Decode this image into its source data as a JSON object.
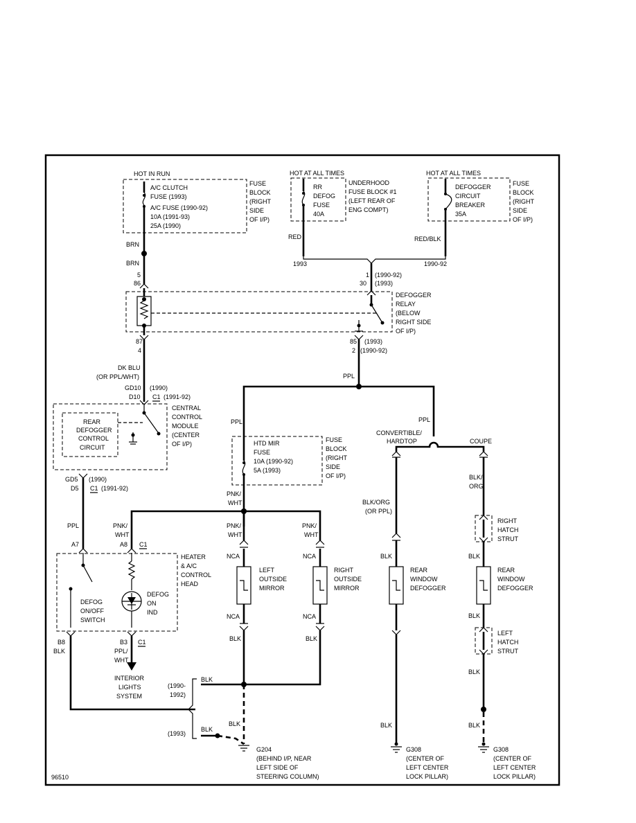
{
  "ref_number": "96510",
  "power": {
    "hot_in_run": "HOT IN RUN",
    "hot_at_all_times_1": "HOT AT ALL TIMES",
    "hot_at_all_times_2": "HOT AT ALL TIMES"
  },
  "fuse_block_1": {
    "line1": "A/C CLUTCH",
    "line2": "FUSE   (1993)",
    "line3": "A/C FUSE      (1990-92)",
    "line4": "10A     (1991-93)",
    "line5": "25A     (1990)",
    "label1": "FUSE",
    "label2": "BLOCK",
    "label3": "(RIGHT",
    "label4": "SIDE",
    "label5": "OF I/P)"
  },
  "underhood_fuse": {
    "line1": "RR",
    "line2": "DEFOG",
    "line3": "FUSE",
    "line4": "40A",
    "label1": "UNDERHOOD",
    "label2": "FUSE BLOCK #1",
    "label3": "(LEFT REAR OF",
    "label4": "ENG COMPT)"
  },
  "breaker": {
    "line1": "DEFOGGER",
    "line2": "CIRCUIT",
    "line3": "BREAKER",
    "line4": "35A",
    "label1": "FUSE",
    "label2": "BLOCK",
    "label3": "(RIGHT",
    "label4": "SIDE",
    "label5": "OF I/P)"
  },
  "wires": {
    "brn_a": "BRN",
    "brn_b": "BRN",
    "red": "RED",
    "red_blk": "RED/BLK",
    "year_1993": "1993",
    "year_1990_92": "1990-92",
    "pin1": "1",
    "pin1_years": "(1990-92)",
    "pin30": "30",
    "pin30_years": "(1993)",
    "pin5": "5",
    "pin86": "86"
  },
  "relay": {
    "line1": "DEFOGGER",
    "line2": "RELAY",
    "line3": "(BELOW",
    "line4": "RIGHT SIDE",
    "line5": "OF I/P)",
    "pin87": "87",
    "pin4": "4",
    "pin85": "85",
    "pin85_years": "(1993)",
    "pin2": "2",
    "pin2_years": "(1990-92)"
  },
  "dk_blu": {
    "line1": "DK BLU",
    "line2": "(OR PPL/WHT)",
    "gd10": "GD10",
    "gd10_years": "(1990)",
    "d10": "D10",
    "d10_conn": "C1",
    "d10_years": "(1991-92)"
  },
  "ccm": {
    "label1": "CENTRAL",
    "label2": "CONTROL",
    "label3": "MODULE",
    "label4": "(CENTER",
    "label5": "OF I/P)",
    "inner1": "REAR",
    "inner2": "DEFOGGER",
    "inner3": "CONTROL",
    "inner4": "CIRCUIT",
    "gd5": "GD5",
    "gd5_years": "(1990)",
    "d5": "D5",
    "d5_conn": "C1",
    "d5_years": "(1991-92)"
  },
  "ppl_wires": {
    "ppl_top": "PPL",
    "ppl_left": "PPL",
    "ppl_right": "PPL",
    "ppl_lower": "PPL"
  },
  "htd_mir_fuse": {
    "line1": "HTD MIR",
    "line2": "FUSE",
    "line3": "10A    (1990-92)",
    "line4": "5A      (1993)",
    "label1": "FUSE",
    "label2": "BLOCK",
    "label3": "(RIGHT",
    "label4": "SIDE",
    "label5": "OF I/P)",
    "pnk1": "PNK/",
    "wht1": "WHT"
  },
  "branch": {
    "convertible": "CONVERTIBLE/",
    "hardtop": "HARDTOP",
    "coupe": "COUPE"
  },
  "hvac": {
    "pnk": "PNK/",
    "wht": "WHT",
    "a7": "A7",
    "a8": "A8",
    "c1": "C1",
    "label1": "HEATER",
    "label2": "& A/C",
    "label3": "CONTROL",
    "label4": "HEAD",
    "switch1": "DEFOG",
    "switch2": "ON/OFF",
    "switch3": "SWITCH",
    "ind1": "DEFOG",
    "ind2": "ON",
    "ind3": "IND",
    "b8": "B8",
    "blk": "BLK",
    "b3": "B3",
    "b3_conn": "C1",
    "ppl_wht1": "PPL/",
    "ppl_wht2": "WHT",
    "interior1": "INTERIOR",
    "interior2": "LIGHTS",
    "interior3": "SYSTEM"
  },
  "left_mirror": {
    "pnk": "PNK/",
    "wht": "WHT",
    "nca_top": "NCA",
    "label1": "LEFT",
    "label2": "OUTSIDE",
    "label3": "MIRROR",
    "nca_bottom": "NCA",
    "blk": "BLK"
  },
  "right_mirror": {
    "pnk": "PNK/",
    "wht": "WHT",
    "nca_top": "NCA",
    "label1": "RIGHT",
    "label2": "OUTSIDE",
    "label3": "MIRROR",
    "nca_bottom": "NCA",
    "blk": "BLK"
  },
  "conv_defogger": {
    "blk_org1": "BLK/ORG",
    "blk_org2": "(OR PPL)",
    "blk_top": "BLK",
    "label1": "REAR",
    "label2": "WINDOW",
    "label3": "DEFOGGER",
    "blk_bottom": "BLK"
  },
  "coupe_defogger": {
    "blk_org1": "BLK/",
    "blk_org2": "ORG",
    "strut1_1": "RIGHT",
    "strut1_2": "HATCH",
    "strut1_3": "STRUT",
    "blk_a": "BLK",
    "label1": "REAR",
    "label2": "WINDOW",
    "label3": "DEFOGGER",
    "blk_b": "BLK",
    "strut2_1": "LEFT",
    "strut2_2": "HATCH",
    "strut2_3": "STRUT",
    "blk_c": "BLK",
    "blk_d": "BLK"
  },
  "grounds": {
    "years_a1": "(1990-",
    "years_a2": "1992)",
    "years_b": "(1993)",
    "blk_a": "BLK",
    "blk_b": "BLK",
    "blk_c": "BLK",
    "g204": "G204",
    "g204_1": "(BEHIND I/P, NEAR",
    "g204_2": "LEFT SIDE OF",
    "g204_3": "STEERING COLUMN)",
    "g308_a": "G308",
    "g308_a1": "(CENTER OF",
    "g308_a2": "LEFT CENTER",
    "g308_a3": "LOCK PILLAR)",
    "g308_b": "G308",
    "g308_b1": "(CENTER OF",
    "g308_b2": "LEFT CENTER",
    "g308_b3": "LOCK PILLAR)"
  }
}
